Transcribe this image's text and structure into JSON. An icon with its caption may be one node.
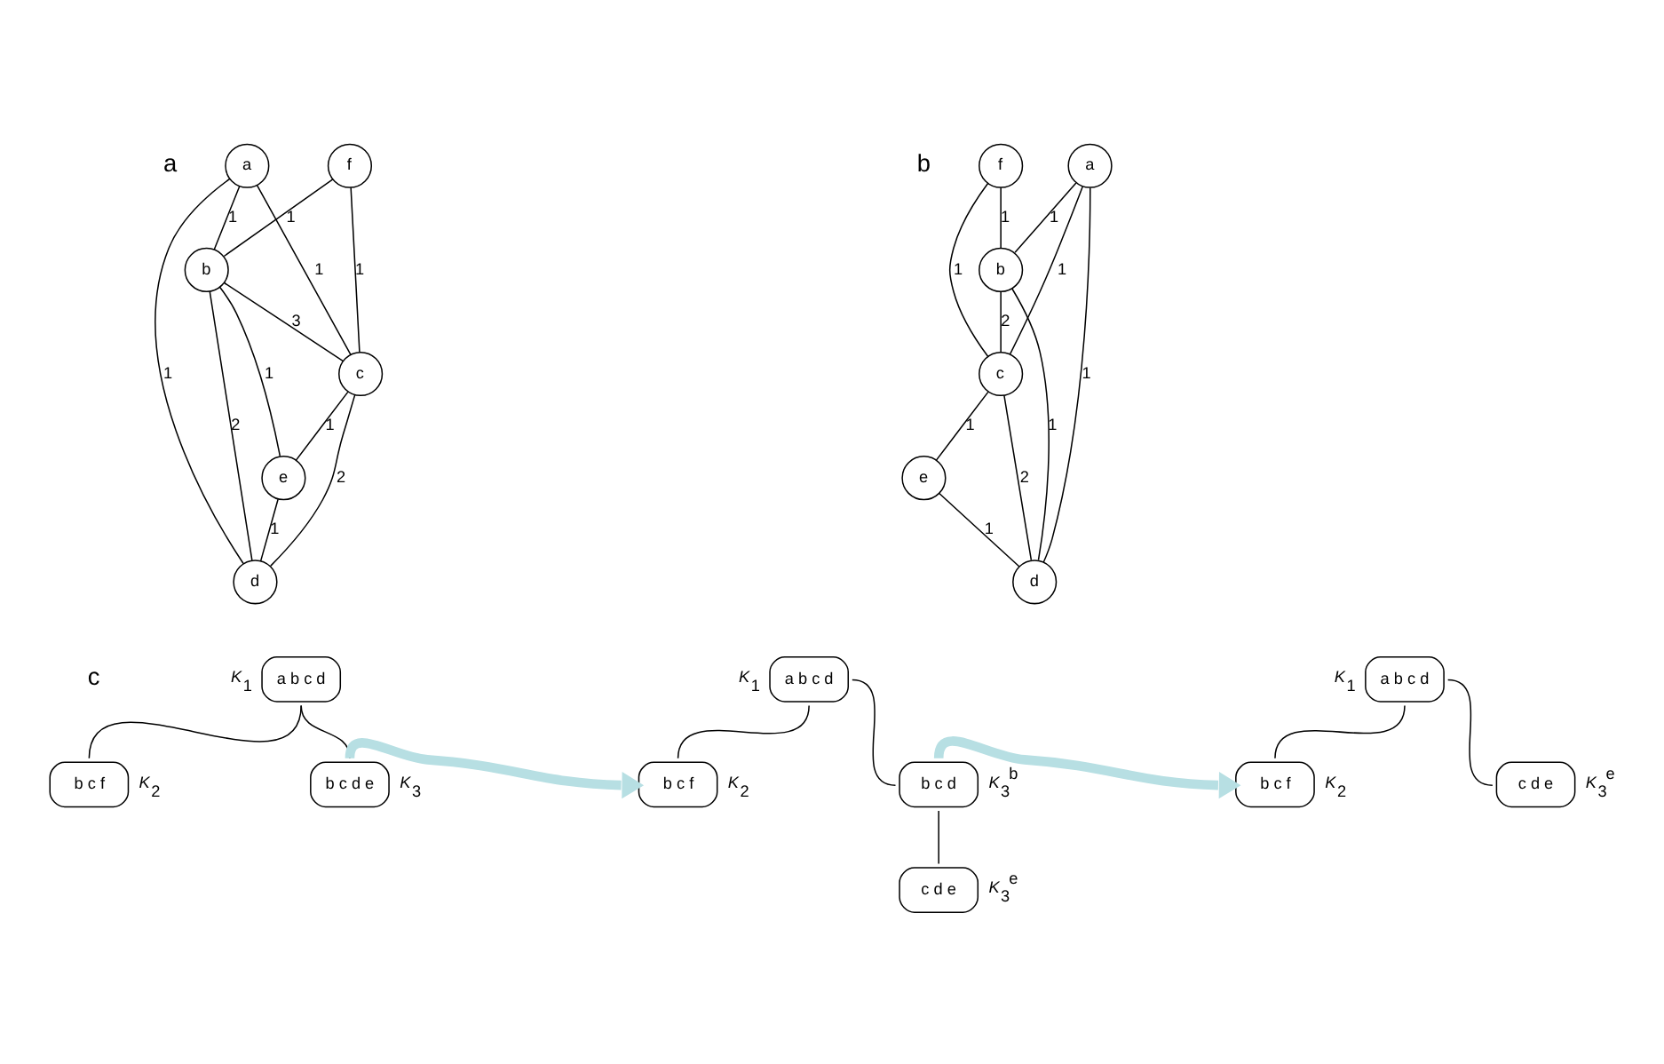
{
  "diagram": {
    "nodes": [
      {
        "text": [
          "f"
        ]
      },
      {
        "text": [
          "c"
        ]
      },
      {
        "text": [
          "a"
        ]
      },
      {
        "text": [
          "b"
        ]
      },
      {
        "text": [
          "e"
        ]
      },
      {
        "text": [
          "d"
        ]
      },
      {
        "text": [
          "f"
        ]
      },
      {
        "text": [
          "c"
        ]
      },
      {
        "text": [
          "a"
        ]
      },
      {
        "text": [
          "b"
        ]
      },
      {
        "text": [
          "e"
        ]
      },
      {
        "text": [
          "d"
        ]
      },
      {
        "text": [
          "a b c d"
        ],
        "beside": [
          "*K*$_{1}$"
        ]
      },
      {
        "text": [
          "b c f"
        ],
        "beside": [
          "*K*$_{2}$"
        ]
      },
      {
        "text": [
          "b c d e"
        ],
        "beside": [
          "*K*$_{3}$"
        ]
      },
      {
        "text": [
          "a b c d"
        ],
        "beside": [
          "*K*$_{1}$"
        ]
      },
      {
        "text": [
          "b c f"
        ],
        "beside": [
          "*K*$_{2}$"
        ]
      },
      {
        "text": [
          "b c d"
        ],
        "beside": [
          "*K*$_{3}$$^{b}$"
        ]
      },
      {
        "text": [
          "c d e"
        ],
        "beside": [
          "*K*$_{3}$$^{e}$"
        ]
      },
      {
        "text": [
          "a b c d"
        ],
        "beside": [
          "*K*$_{1}$"
        ]
      },
      {
        "text": [
          "b c f"
        ],
        "beside": [
          "*K*$_{2}$"
        ]
      },
      {
        "text": [
          "c d e"
        ],
        "beside": [
          "*K*$_{3}$$^{e}$"
        ]
      }
    ],
    "edges": [
      {
        "from": 0,
        "to": 1,
        "arrow": "none",
        "label": "1"
      },
      {
        "from": 0,
        "to": 3,
        "arrow": "none",
        "label": "1"
      },
      {
        "from": 2,
        "to": 1,
        "arrow": "none",
        "label": "1"
      },
      {
        "from": 2,
        "to": 3,
        "arrow": "none",
        "label": "1"
      },
      {
        "from": 2,
        "to": 5,
        "arrow": "none",
        "label": "1"
      },
      {
        "from": 3,
        "to": 1,
        "arrow": "none",
        "label": "3"
      },
      {
        "from": 3,
        "to": 4,
        "arrow": "none",
        "label": "1"
      },
      {
        "from": 3,
        "to": 5,
        "arrow": "none",
        "label": "2"
      },
      {
        "from": 1,
        "to": 5,
        "arrow": "none",
        "label": "2"
      },
      {
        "from": 1,
        "to": 4,
        "arrow": "none",
        "label": "1"
      },
      {
        "from": 4,
        "to": 5,
        "arrow": "none",
        "label": "1"
      },
      {
        "from": 6,
        "to": 7,
        "arrow": "none",
        "label": "1"
      },
      {
        "from": 6,
        "to": 9,
        "arrow": "none",
        "label": "1"
      },
      {
        "from": 8,
        "to": 7,
        "arrow": "none",
        "label": "1"
      },
      {
        "from": 8,
        "to": 9,
        "arrow": "none",
        "label": "1"
      },
      {
        "from": 8,
        "to": 11,
        "arrow": "none",
        "label": "1"
      },
      {
        "from": 9,
        "to": 7,
        "arrow": "none",
        "label": "2"
      },
      {
        "from": 9,
        "to": 11,
        "arrow": "none",
        "label": "1"
      },
      {
        "from": 7,
        "to": 11,
        "arrow": "none",
        "label": "2"
      },
      {
        "from": 7,
        "to": 10,
        "arrow": "none",
        "label": "1"
      },
      {
        "from": 10,
        "to": 11,
        "arrow": "none",
        "label": "1"
      },
      {
        "from": 12,
        "to": 13,
        "arrow": "none"
      },
      {
        "from": 12,
        "to": 14,
        "arrow": "none"
      },
      {
        "from": 14,
        "to": 16,
        "arrow": "to",
        "style": "thick",
        "color": "#b7dfe3"
      },
      {
        "from": 15,
        "to": 16,
        "arrow": "none"
      },
      {
        "from": 15,
        "to": 17,
        "arrow": "none"
      },
      {
        "from": 17,
        "to": 18,
        "arrow": "none"
      },
      {
        "from": 17,
        "to": 20,
        "arrow": "to",
        "style": "thick",
        "color": "#b7dfe3"
      },
      {
        "from": 19,
        "to": 20,
        "arrow": "none"
      },
      {
        "from": 19,
        "to": 21,
        "arrow": "none"
      }
    ],
    "labels": [
      "a",
      "b",
      "c"
    ]
  }
}
